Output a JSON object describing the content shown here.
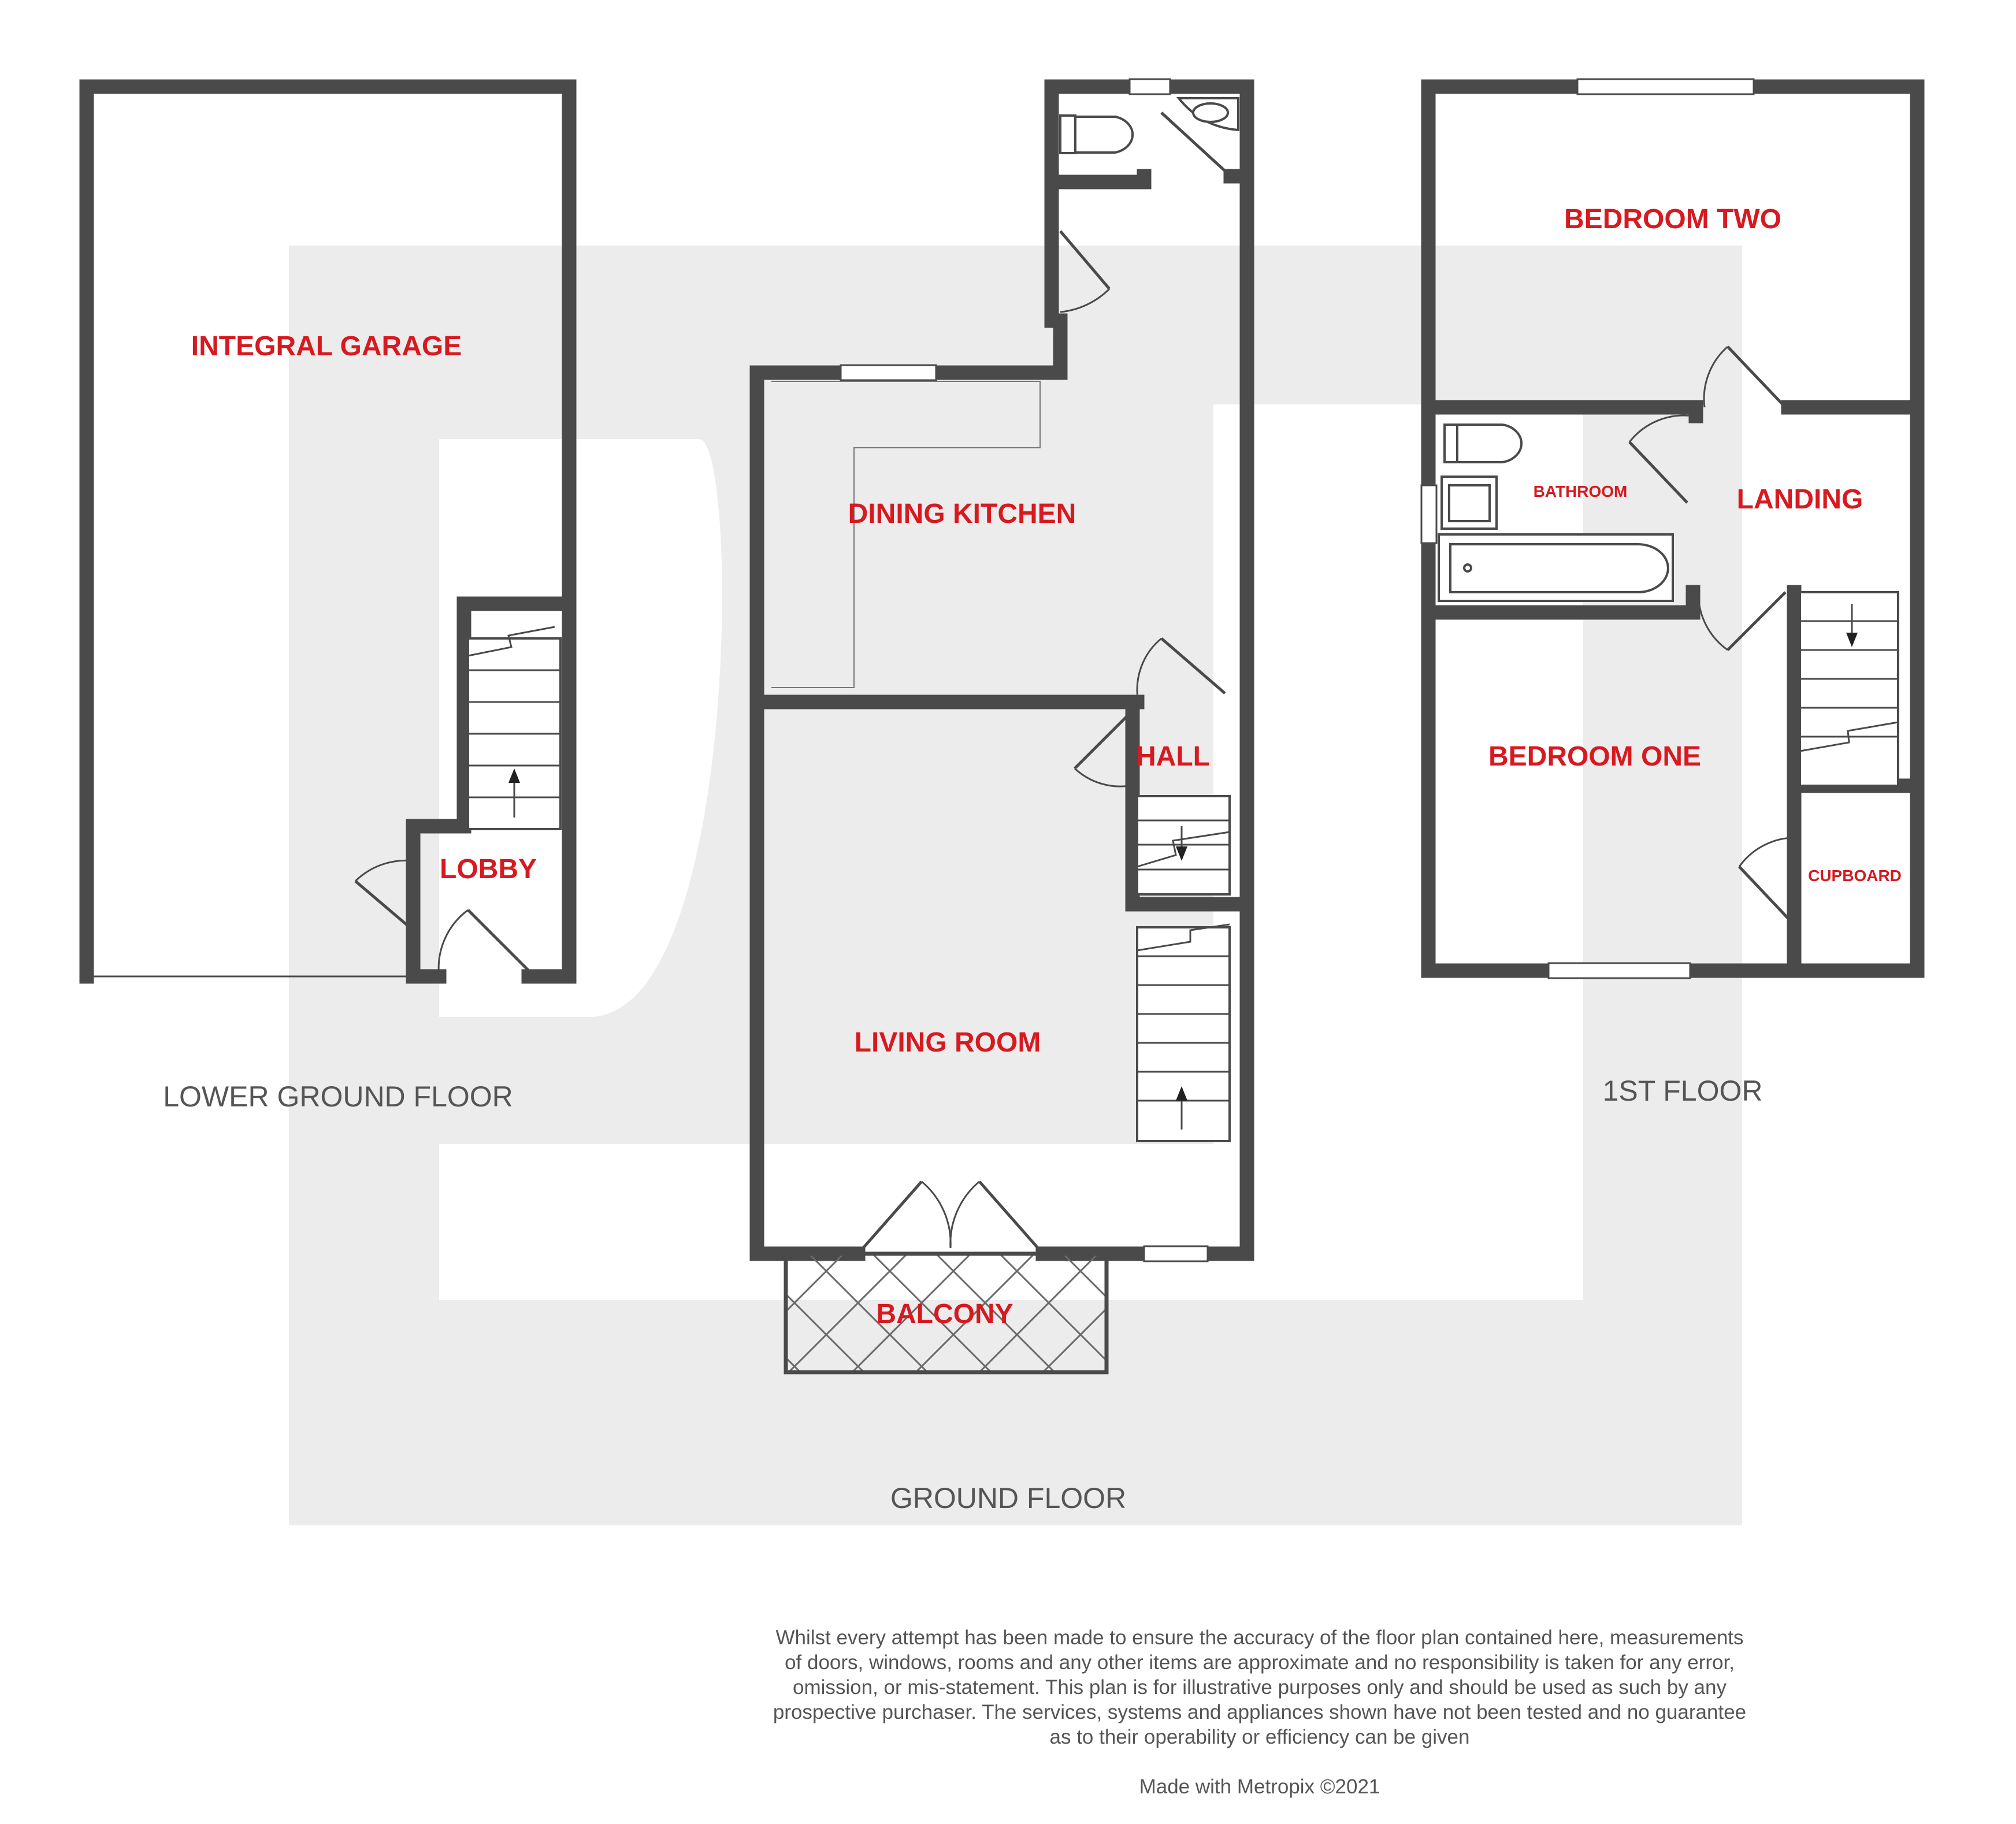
{
  "rooms": {
    "integral_garage": "INTEGRAL GARAGE",
    "lobby": "LOBBY",
    "dining_kitchen": "DINING KITCHEN",
    "hall": "HALL",
    "living_room": "LIVING ROOM",
    "balcony": "BALCONY",
    "bedroom_two": "BEDROOM TWO",
    "bathroom": "BATHROOM",
    "landing": "LANDING",
    "bedroom_one": "BEDROOM ONE",
    "cupboard": "CUPBOARD"
  },
  "floors": {
    "lower_ground": "LOWER GROUND FLOOR",
    "ground": "GROUND FLOOR",
    "first": "1ST FLOOR"
  },
  "disclaimer": "Whilst every attempt has been made to ensure the accuracy of the floor plan contained here, measurements\nof doors, windows, rooms and any other items are approximate and no responsibility is taken for any error,\nomission, or mis-statement. This plan is for illustrative purposes only and should be used as such by any\nprospective purchaser. The services, systems and appliances shown have not been tested and no guarantee\nas to their operability or efficiency can be given",
  "credit": "Made with Metropix ©2021",
  "colors": {
    "wall": "#4a4a4a",
    "room_label": "#d71920",
    "watermark": "#ececec",
    "floor_label": "#555555"
  }
}
